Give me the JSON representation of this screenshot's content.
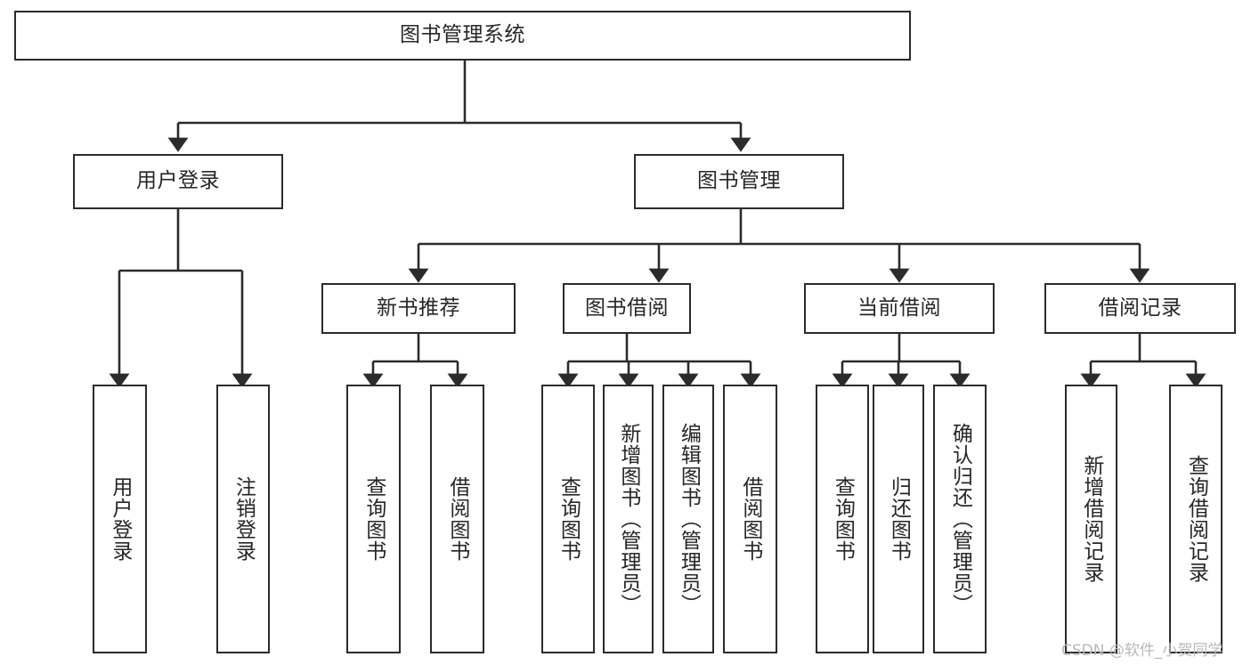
{
  "diagram": {
    "type": "tree",
    "title": "图书管理系统",
    "orientation": "top-down",
    "colors": {
      "box_border": "#2b2b2b",
      "box_fill": "#ffffff",
      "connector": "#2b2b2b",
      "text": "#262626",
      "watermark": "#b9b9b9",
      "background": "#ffffff"
    }
  },
  "root": {
    "label": "图书管理系统"
  },
  "level2": [
    {
      "label": "用户登录"
    },
    {
      "label": "图书管理"
    }
  ],
  "level3": [
    {
      "label": "新书推荐"
    },
    {
      "label": "图书借阅"
    },
    {
      "label": "当前借阅"
    },
    {
      "label": "借阅记录"
    }
  ],
  "leaves": [
    {
      "label": "用户登录",
      "parent": "用户登录"
    },
    {
      "label": "注销登录",
      "parent": "用户登录"
    },
    {
      "label": "查询图书",
      "parent": "新书推荐"
    },
    {
      "label": "借阅图书",
      "parent": "新书推荐"
    },
    {
      "label": "查询图书",
      "parent": "图书借阅"
    },
    {
      "label": "新增图书（管理员）",
      "parent": "图书借阅"
    },
    {
      "label": "编辑图书（管理员）",
      "parent": "图书借阅"
    },
    {
      "label": "借阅图书",
      "parent": "图书借阅"
    },
    {
      "label": "查询图书",
      "parent": "当前借阅"
    },
    {
      "label": "归还图书",
      "parent": "当前借阅"
    },
    {
      "label": "确认归还（管理员）",
      "parent": "当前借阅"
    },
    {
      "label": "新增借阅记录",
      "parent": "借阅记录"
    },
    {
      "label": "查询借阅记录",
      "parent": "借阅记录"
    }
  ],
  "watermark": {
    "text": "CSDN @软件_小贺同学"
  }
}
